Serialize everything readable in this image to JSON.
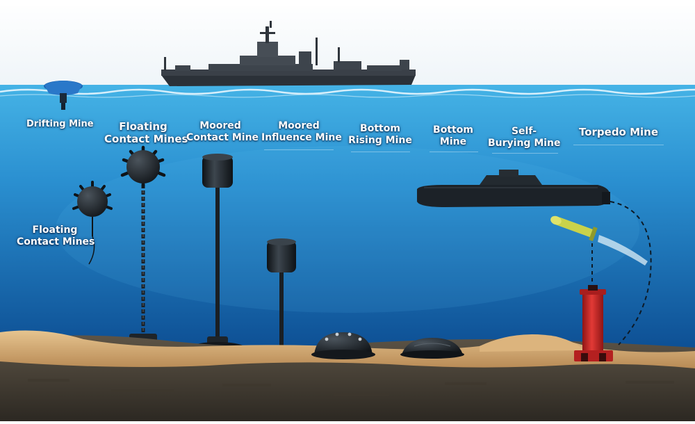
{
  "labels": {
    "drifting_mine": "Drifting Mine",
    "floating_contact_left": {
      "line1": "Floating",
      "line2": "Contact Mines"
    },
    "floating_contact_top": {
      "line1": "Floating",
      "line2": "Contact Mines"
    },
    "moored_contact": {
      "line1": "Moored",
      "line2": "Contact Mine"
    },
    "moored_influence": {
      "line1": "Moored",
      "line2": "Influence Mine"
    },
    "bottom_rising": {
      "line1": "Bottom",
      "line2": "Rising Mine"
    },
    "bottom_mine": {
      "line1": "Bottom",
      "line2": "Mine"
    },
    "self_burying": {
      "line1": "Self-",
      "line2": "Burying Mine"
    },
    "torpedo_mine": "Torpedo Mine"
  },
  "colors": {
    "sky": "#ffffff",
    "water_top": "#3fa9de",
    "water_bottom": "#0a4f96",
    "sand": "#d8b07a",
    "rock": "#4a4438",
    "mine_body": "#1c2228",
    "torpedo_launcher": "#c8282a",
    "torpedo": "#c9d24a",
    "ship": "#3a4048"
  }
}
